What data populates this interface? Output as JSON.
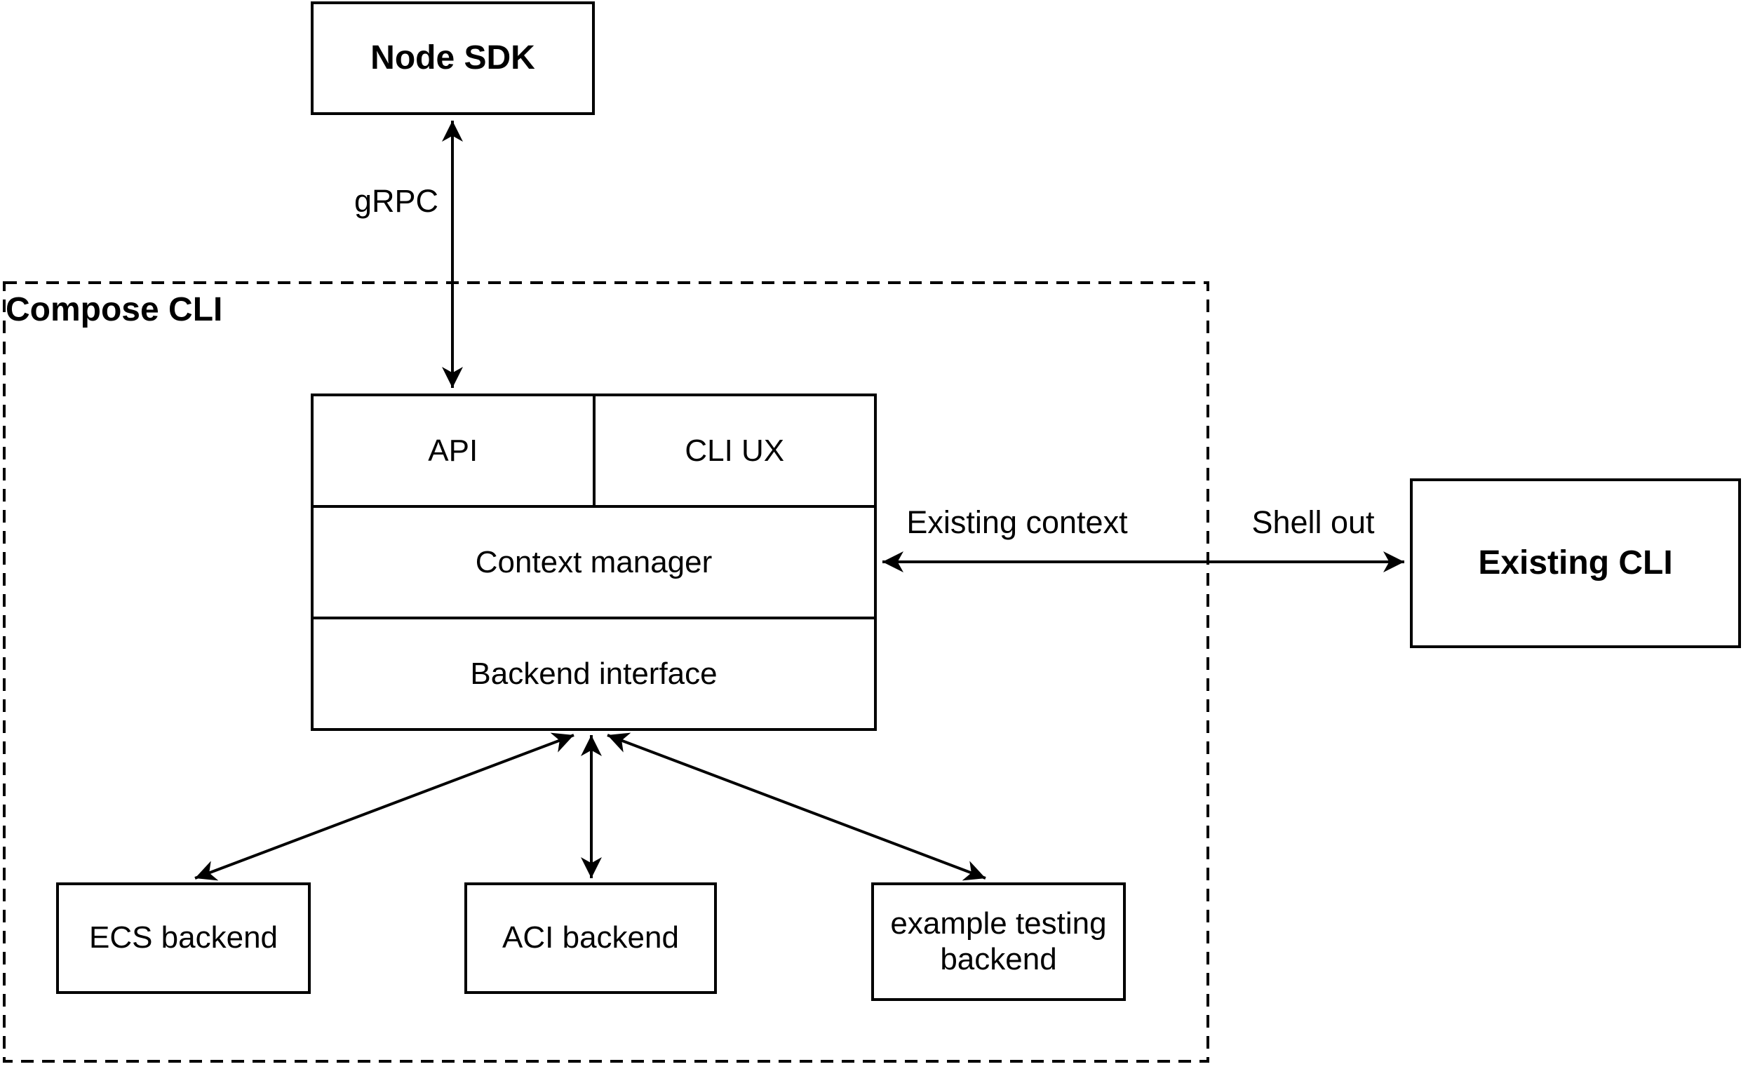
{
  "container": {
    "label": "Compose CLI"
  },
  "nodes": {
    "node_sdk": {
      "label": "Node SDK"
    },
    "stack": {
      "api": "API",
      "cli_ux": "CLI UX",
      "context_manager": "Context manager",
      "backend_interface": "Backend interface"
    },
    "existing_cli": {
      "label": "Existing CLI"
    },
    "backends": {
      "ecs": "ECS backend",
      "aci": "ACI backend",
      "example": "example testing backend"
    }
  },
  "edge_labels": {
    "grpc": "gRPC",
    "existing_context": "Existing context",
    "shell_out": "Shell out"
  },
  "colors": {
    "stroke": "#000000",
    "background": "#ffffff"
  }
}
